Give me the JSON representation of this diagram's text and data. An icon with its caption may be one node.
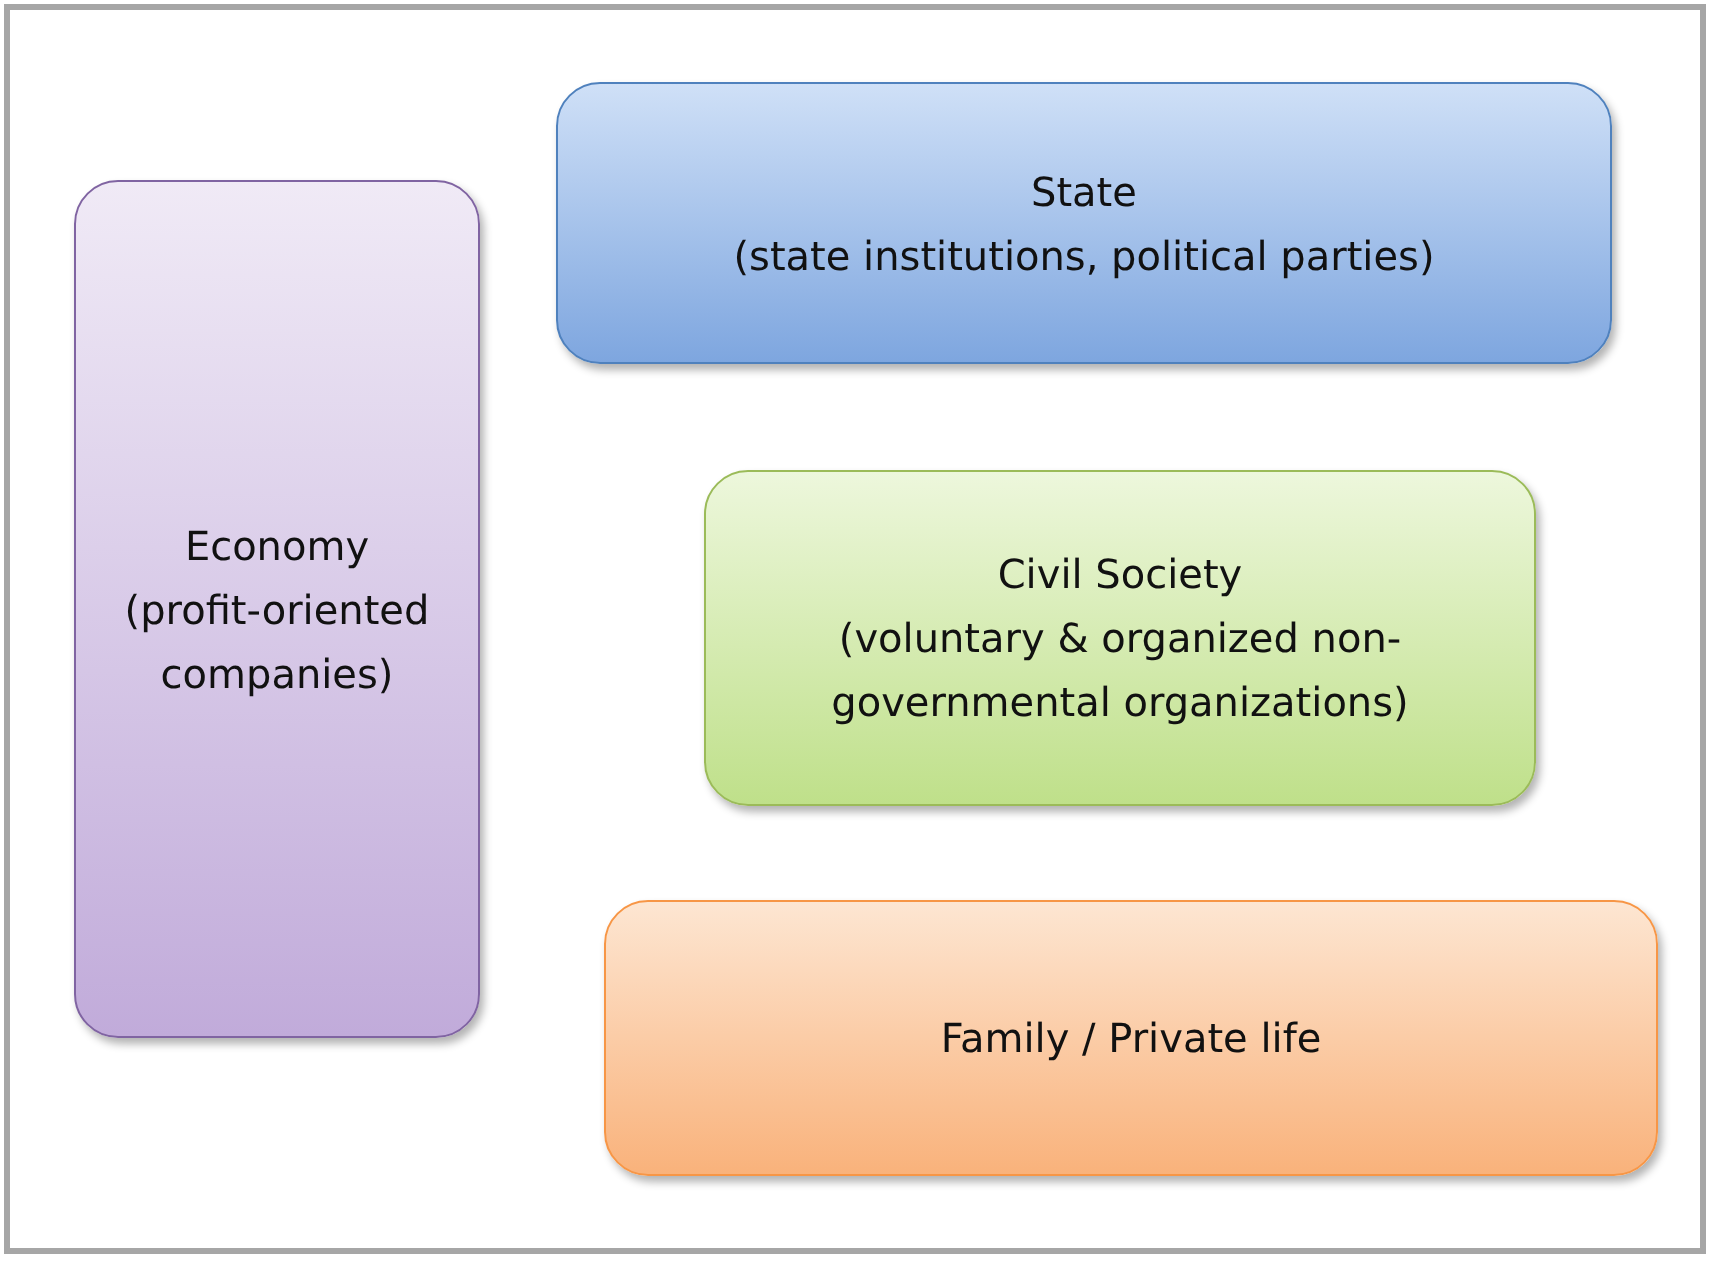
{
  "diagram": {
    "nodes": [
      {
        "text": [
          "State",
          "(state institutions, political parties)"
        ]
      },
      {
        "text": [
          "Economy",
          "(profit-oriented companies)"
        ]
      },
      {
        "text": [
          "Civil Society",
          "(voluntary & organized non-governmental organizations)"
        ]
      },
      {
        "text": [
          "Family / Private life"
        ]
      }
    ]
  }
}
